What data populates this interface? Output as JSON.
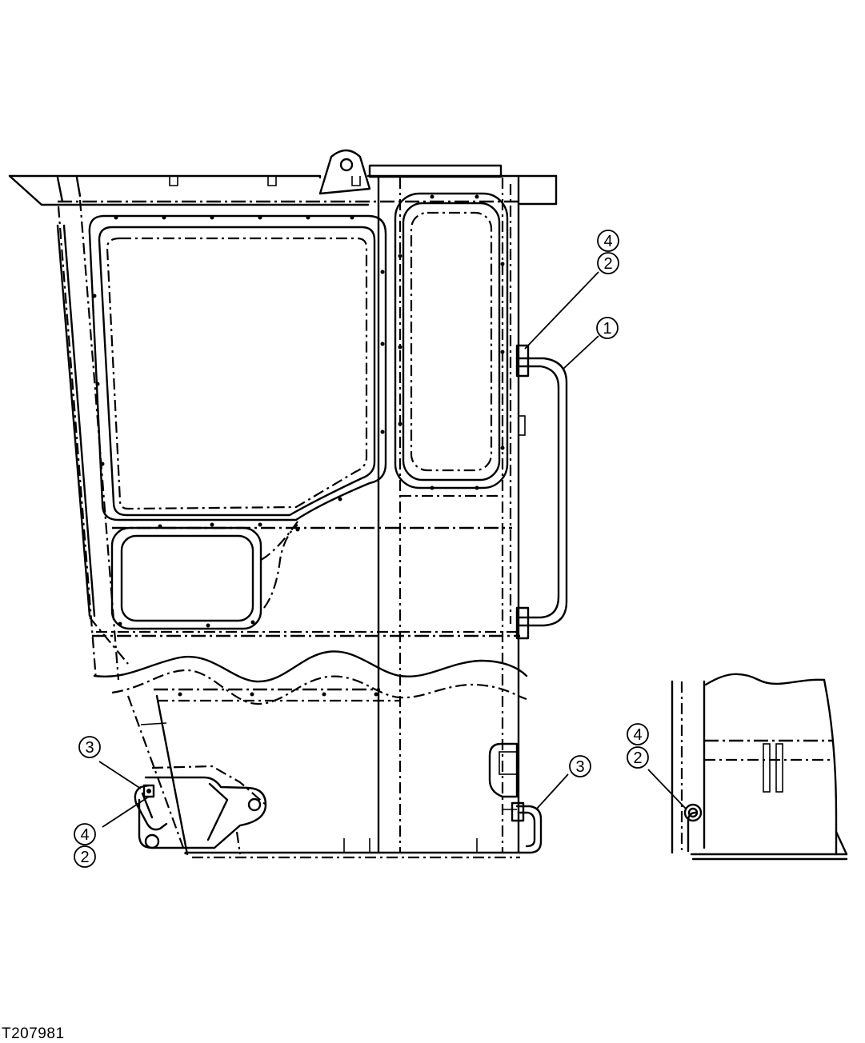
{
  "figure_id": "T207981",
  "callouts": {
    "c1": "1",
    "c2_top": "2",
    "c4_top": "4",
    "c3_right": "3",
    "c3_left": "3",
    "c4_left": "4",
    "c2_left": "2",
    "c4_detail": "4",
    "c2_detail": "2"
  }
}
